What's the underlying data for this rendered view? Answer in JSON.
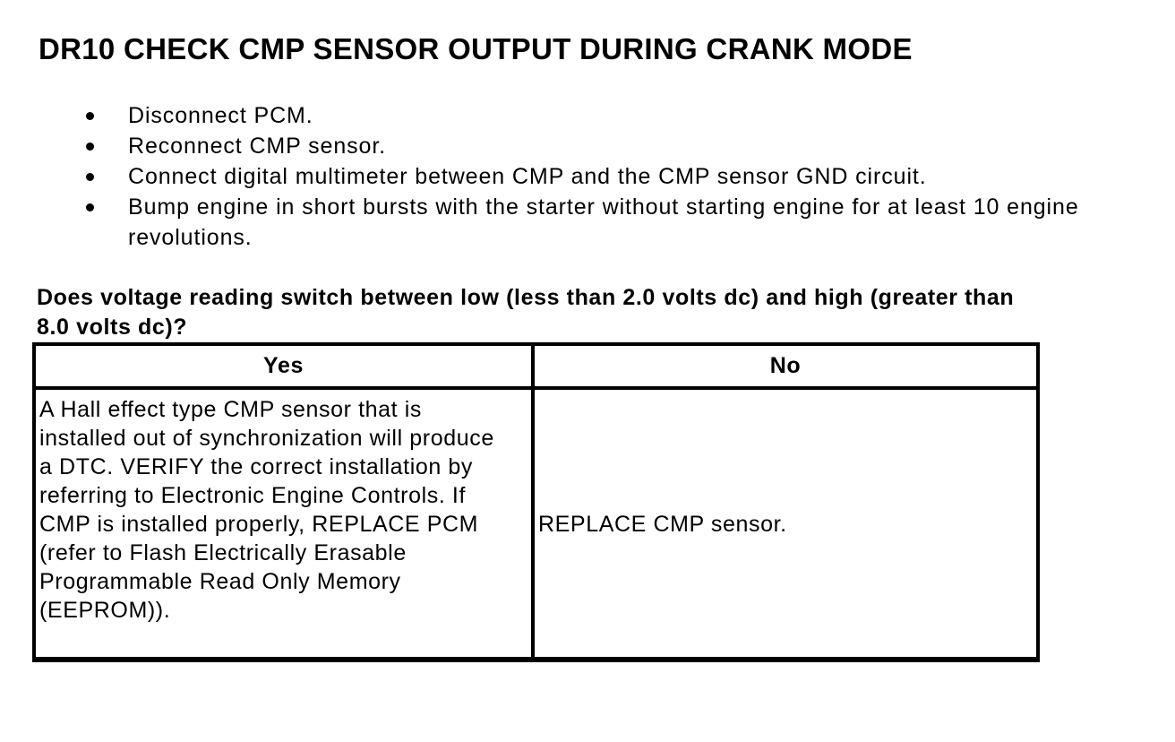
{
  "colors": {
    "background": "#ffffff",
    "text": "#000000",
    "table_border": "#000000"
  },
  "title": "DR10 CHECK CMP SENSOR OUTPUT DURING CRANK MODE",
  "steps": [
    "Disconnect PCM.",
    "Reconnect CMP sensor.",
    "Connect digital multimeter between CMP and the CMP sensor GND circuit.",
    "Bump engine in short bursts with the starter without starting engine for at least 10 engine\nrevolutions."
  ],
  "question": "Does voltage reading switch between low (less than 2.0 volts dc) and high (greater than\n8.0 volts dc)?",
  "table": {
    "headers": [
      "Yes",
      "No"
    ],
    "rows": [
      {
        "yes": "A Hall effect type CMP sensor that is\ninstalled out of synchronization will produce\na DTC. VERIFY the correct installation by\nreferring to Electronic Engine Controls. If\nCMP is installed properly, REPLACE PCM\n(refer to Flash Electrically Erasable\nProgrammable Read Only Memory\n(EEPROM)).",
        "no": "REPLACE CMP sensor."
      }
    ]
  }
}
